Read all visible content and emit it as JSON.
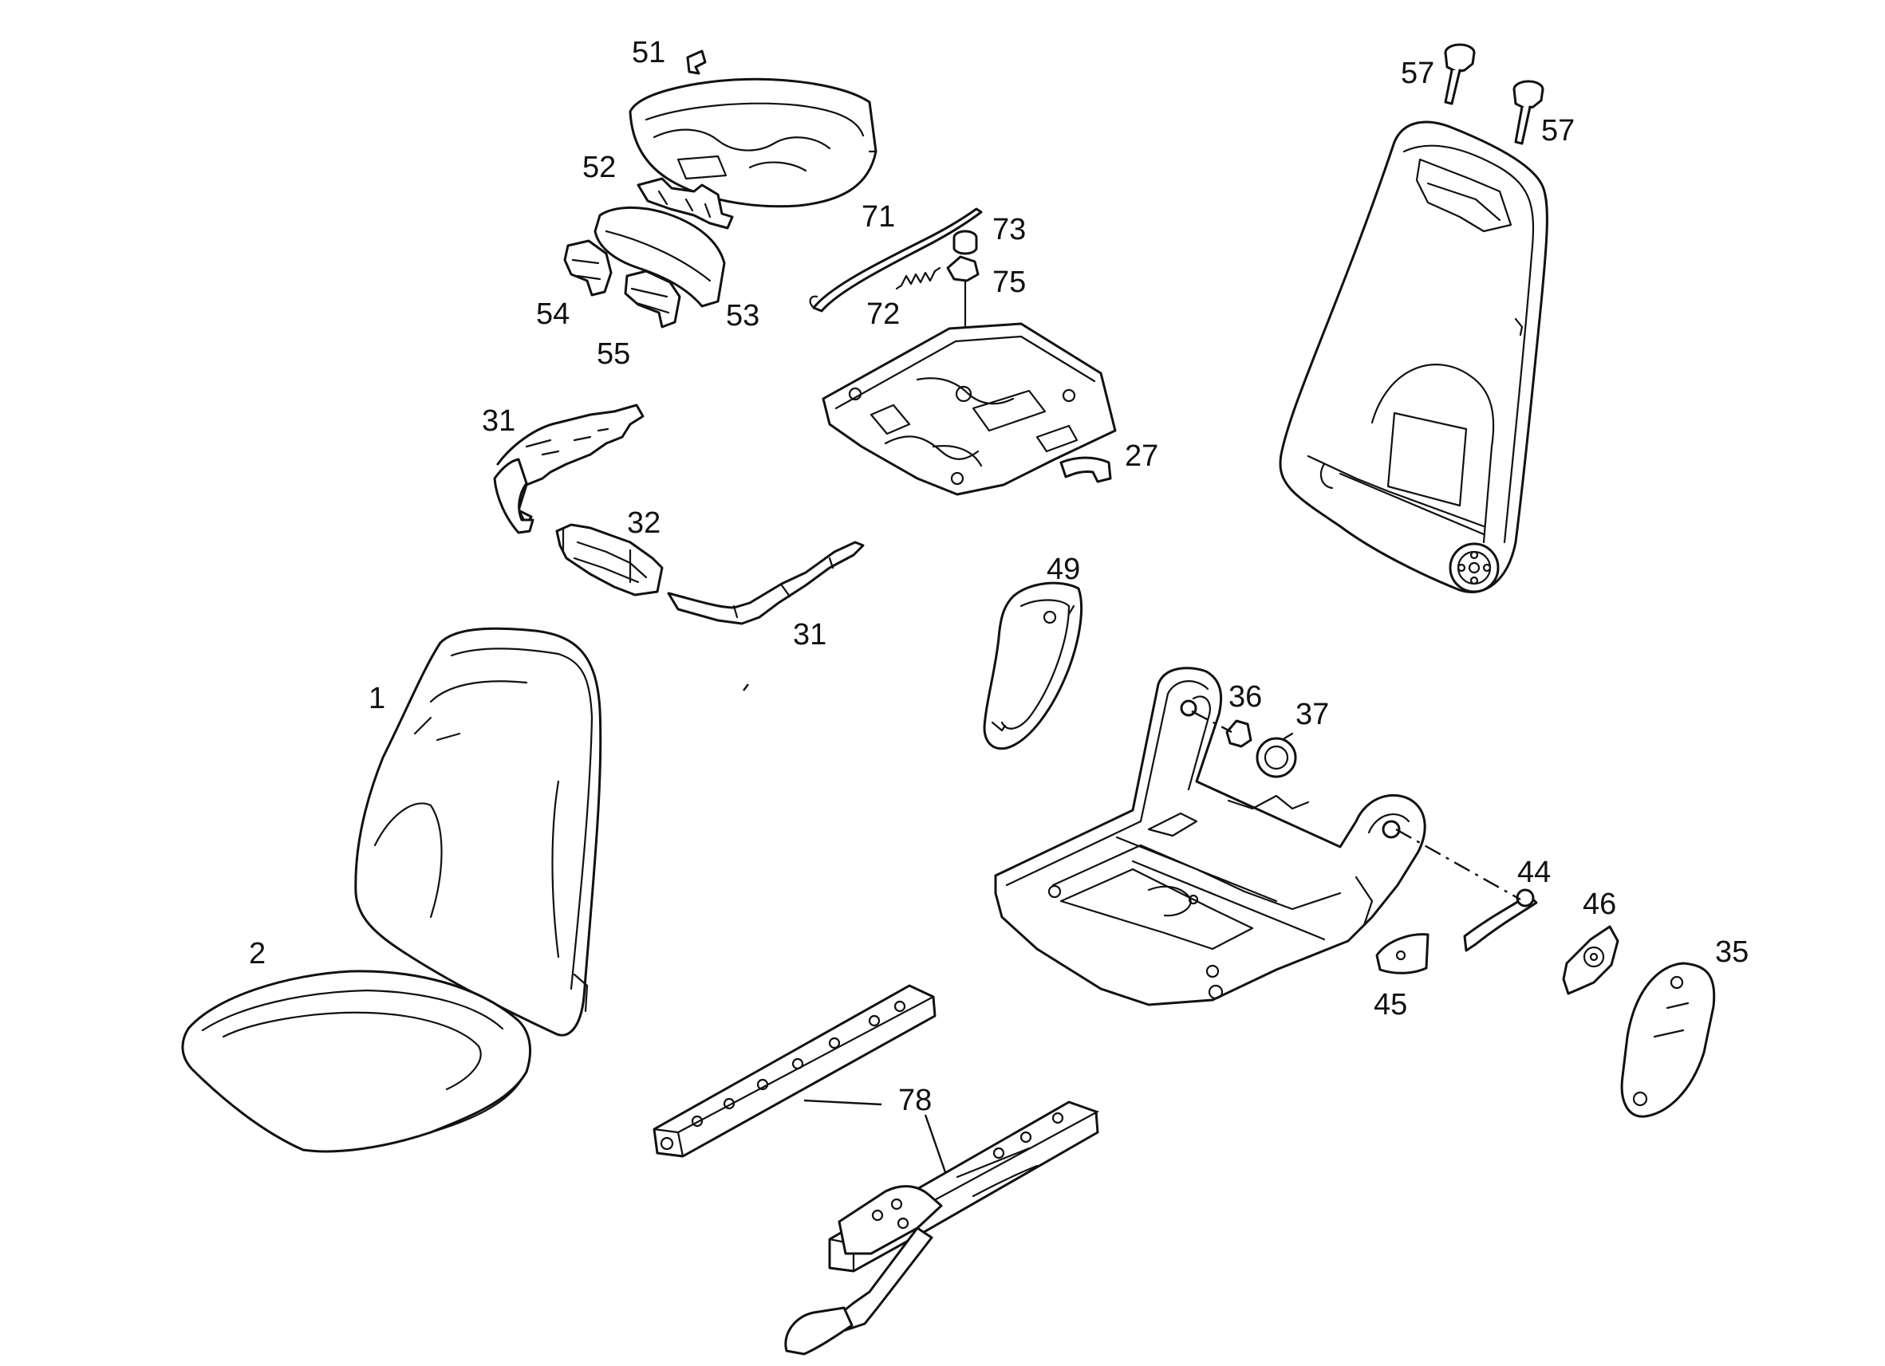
{
  "diagram": {
    "callouts": [
      {
        "id": "c51",
        "text": "51"
      },
      {
        "id": "c52",
        "text": "52"
      },
      {
        "id": "c53",
        "text": "53"
      },
      {
        "id": "c54",
        "text": "54"
      },
      {
        "id": "c55",
        "text": "55"
      },
      {
        "id": "c71",
        "text": "71"
      },
      {
        "id": "c72",
        "text": "72"
      },
      {
        "id": "c73",
        "text": "73"
      },
      {
        "id": "c75",
        "text": "75"
      },
      {
        "id": "c27",
        "text": "27"
      },
      {
        "id": "c31a",
        "text": "31"
      },
      {
        "id": "c32",
        "text": "32"
      },
      {
        "id": "c31b",
        "text": "31"
      },
      {
        "id": "c57a",
        "text": "57"
      },
      {
        "id": "c57b",
        "text": "57"
      },
      {
        "id": "c49",
        "text": "49"
      },
      {
        "id": "c36",
        "text": "36"
      },
      {
        "id": "c37",
        "text": "37"
      },
      {
        "id": "c44",
        "text": "44"
      },
      {
        "id": "c46",
        "text": "46"
      },
      {
        "id": "c35",
        "text": "35"
      },
      {
        "id": "c45",
        "text": "45"
      },
      {
        "id": "c1",
        "text": "1"
      },
      {
        "id": "c2",
        "text": "2"
      },
      {
        "id": "c78",
        "text": "78"
      }
    ]
  }
}
